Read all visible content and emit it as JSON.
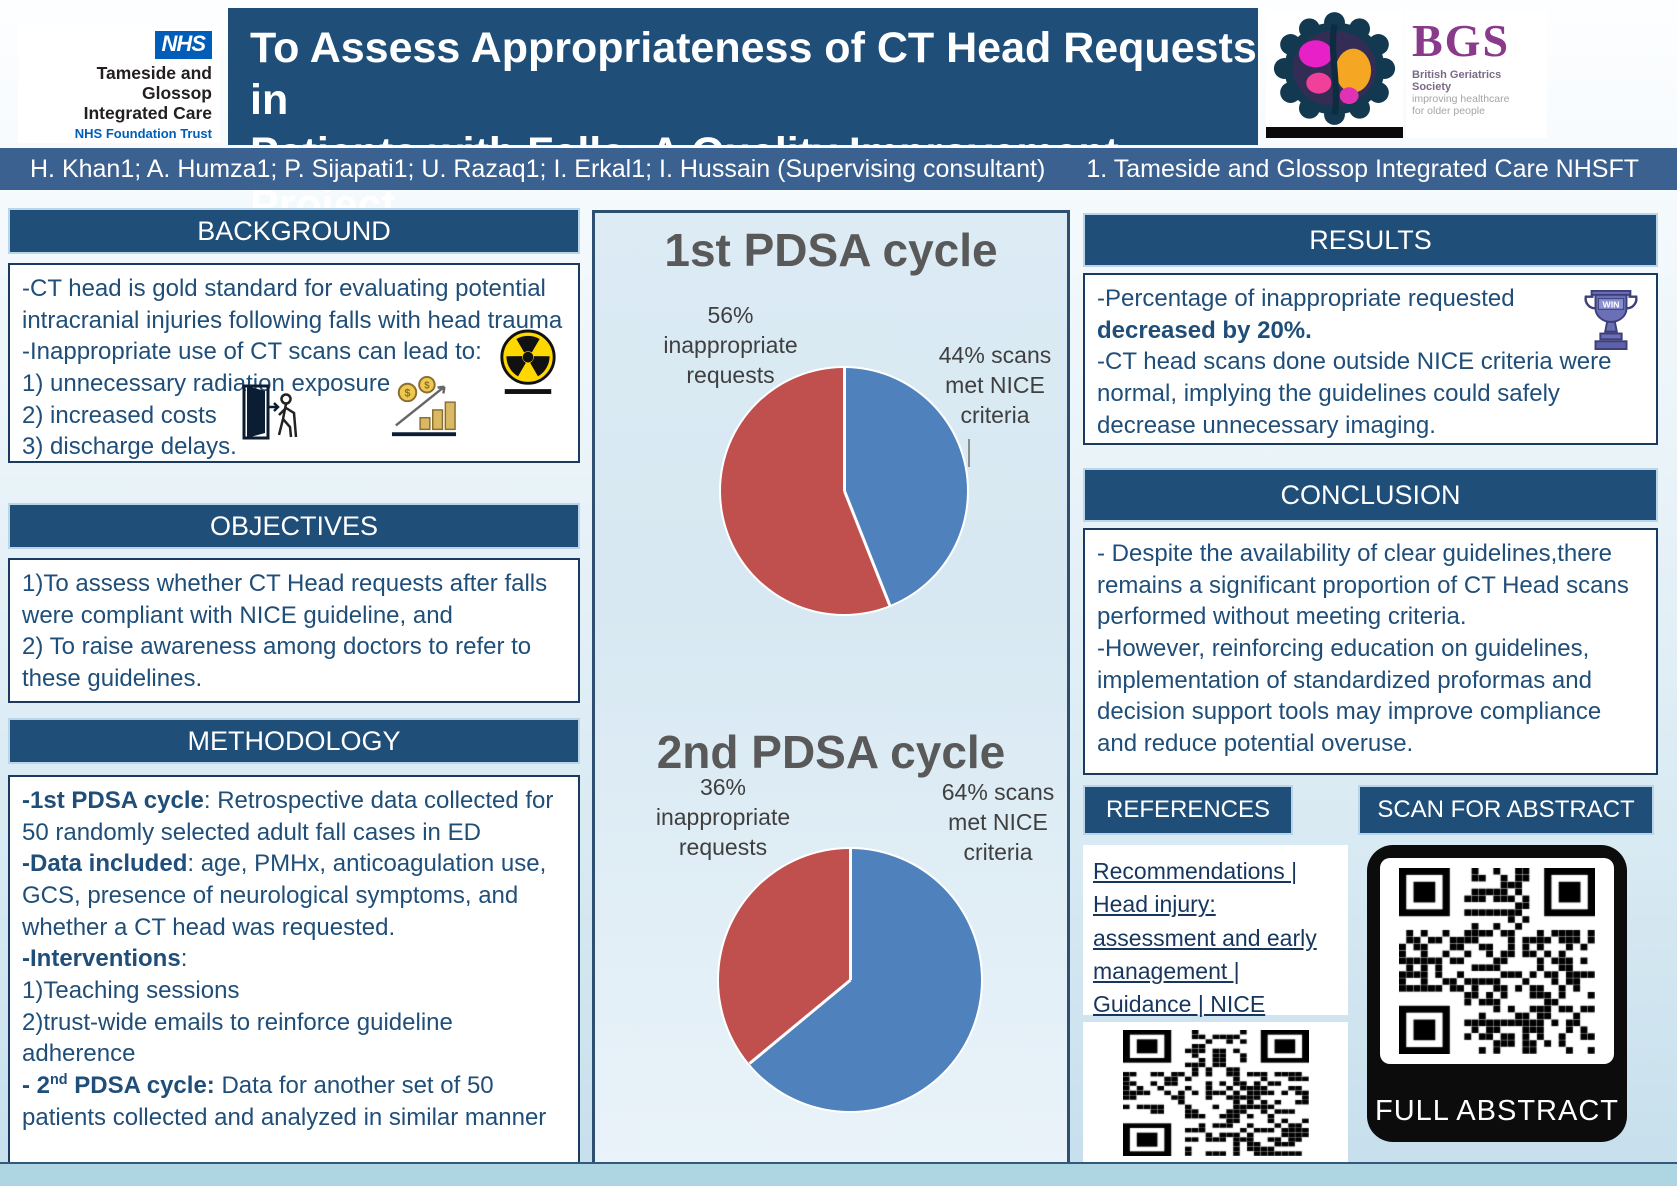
{
  "poster": {
    "title_line1": "To Assess Appropriateness of CT Head Requests in",
    "title_line2": "Patients with Falls: A Quality Improvement Project",
    "authors": "H. Khan1;  A. Humza1;  P. Sijapati1;  U. Razaq1;  I. Erkal1;  I. Hussain (Supervising consultant)",
    "affiliation": "1. Tameside and Glossop Integrated Care NHSFT"
  },
  "logos": {
    "nhs_brand": "NHS",
    "nhs_org_line1": "Tameside and Glossop",
    "nhs_org_line2": "Integrated Care",
    "nhs_foundation": "NHS Foundation Trust",
    "bgs_acronym": "BGS",
    "bgs_name": "British Geriatrics Society",
    "bgs_tagline1": "improving healthcare",
    "bgs_tagline2": "for older people"
  },
  "sections": {
    "background": {
      "header": "BACKGROUND",
      "lines": [
        "-CT head is gold standard for evaluating potential intracranial injuries following falls with head trauma",
        "-Inappropriate use of CT scans can lead to:",
        "1) unnecessary radiation exposure",
        "2) increased costs",
        "3) discharge delays."
      ]
    },
    "objectives": {
      "header": "OBJECTIVES",
      "lines": [
        "1)To assess whether CT Head requests after falls were compliant with NICE guideline, and",
        "2) To raise awareness among doctors to refer to these guidelines."
      ]
    },
    "methodology": {
      "header": "METHODOLOGY",
      "items": [
        {
          "bold": "-1st PDSA cycle",
          "text": ": Retrospective data collected for 50 randomly selected adult fall cases in ED"
        },
        {
          "bold": "-Data included",
          "text": ": age, PMHx, anticoagulation use, GCS, presence of neurological symptoms, and whether a CT head was requested."
        },
        {
          "bold": "-Interventions",
          "text": ":"
        },
        {
          "bold": "",
          "text": "1)Teaching sessions"
        },
        {
          "bold": "",
          "text": "2)trust-wide emails to reinforce guideline adherence"
        },
        {
          "bold": "- 2",
          "sup": "nd",
          "bold2": " PDSA cycle:",
          "text": " Data for another set of 50 patients collected and analyzed in similar manner"
        }
      ]
    },
    "results": {
      "header": "RESULTS",
      "line1": "-Percentage of inappropriate requested",
      "line2_bold": "decreased by 20%.",
      "line3": "-CT head scans done outside NICE criteria were normal, implying the guidelines could safely decrease unnecessary imaging.",
      "trophy_label": "WIN"
    },
    "conclusion": {
      "header": "CONCLUSION",
      "lines": [
        "- Despite the availability of clear guidelines,there remains a significant proportion of CT Head scans performed without meeting criteria.",
        "-However, reinforcing education on guidelines, implementation of standardized proformas and decision support tools may improve compliance and reduce potential overuse."
      ]
    },
    "references": {
      "header": "REFERENCES",
      "link_text": "Recommendations | Head injury: assessment and early management | Guidance | NICE"
    },
    "scan": {
      "header": "SCAN FOR ABSTRACT",
      "footer": "FULL ABSTRACT"
    }
  },
  "chart_data": [
    {
      "type": "pie",
      "title": "1st PDSA cycle",
      "slices": [
        {
          "label": "44% scans\nmet NICE\ncriteria",
          "value": 44,
          "color": "#4f81bd"
        },
        {
          "label": "56%\ninappropriate\nrequests",
          "value": 56,
          "color": "#c0504d"
        }
      ]
    },
    {
      "type": "pie",
      "title": "2nd PDSA cycle",
      "slices": [
        {
          "label": "64% scans\nmet NICE\ncriteria",
          "value": 64,
          "color": "#4f81bd"
        },
        {
          "label": "36%\ninappropriate\nrequests",
          "value": 36,
          "color": "#c0504d"
        }
      ]
    }
  ],
  "colors": {
    "header_blue": "#1f4e79",
    "authors_bar_blue": "#3b6190",
    "body_text_navy": "#1f4e79",
    "pie_blue": "#4f81bd",
    "pie_red": "#c0504d",
    "nhs_blue": "#005eb8",
    "bgs_purple": "#8a3a8a"
  }
}
